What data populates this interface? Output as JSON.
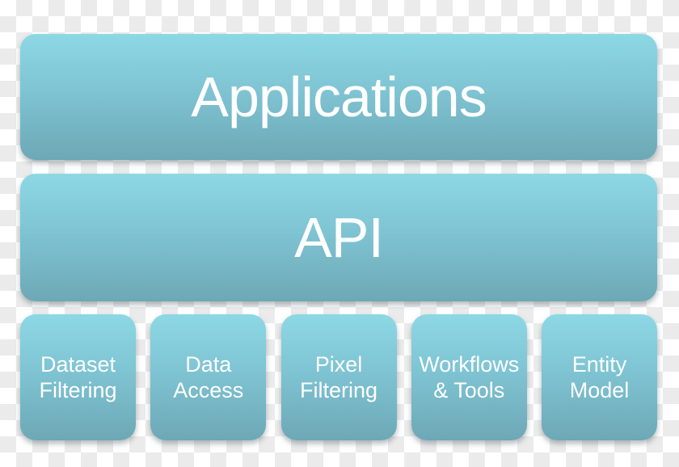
{
  "background": {
    "checker_light": "#ffffff",
    "checker_dark": "#ebebeb"
  },
  "theme": {
    "box_gradient_top": "#8dd8e5",
    "box_gradient_bottom": "#6da8b6",
    "text_color": "#ffffff"
  },
  "layers": [
    {
      "id": "applications",
      "label": "Applications"
    },
    {
      "id": "api",
      "label": "API"
    }
  ],
  "modules": [
    {
      "id": "dataset-filtering",
      "line1": "Dataset",
      "line2": "Filtering"
    },
    {
      "id": "data-access",
      "line1": "Data",
      "line2": "Access"
    },
    {
      "id": "pixel-filtering",
      "line1": "Pixel",
      "line2": "Filtering"
    },
    {
      "id": "workflows-tools",
      "line1": "Workflows",
      "line2": "& Tools"
    },
    {
      "id": "entity-model",
      "line1": "Entity",
      "line2": "Model"
    }
  ]
}
